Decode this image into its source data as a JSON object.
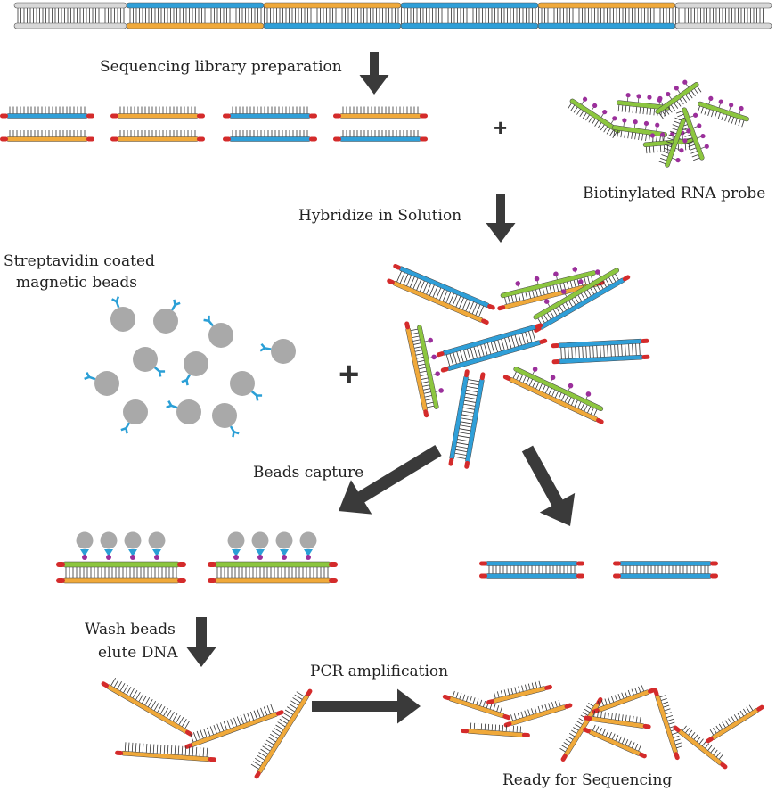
{
  "labels": {
    "library_prep": "Sequencing library preparation",
    "probe": "Biotinylated RNA probe",
    "hybridize": "Hybridize in Solution",
    "beads_line1": "Streptavidin coated",
    "beads_line2": "magnetic beads",
    "capture": "Beads capture",
    "wash_line1": "Wash beads",
    "wash_line2": "elute DNA",
    "pcr": "PCR amplification",
    "ready": "Ready for Sequencing"
  },
  "operators": {
    "plus": "+"
  },
  "colors": {
    "blue": "#2f9fd8",
    "orange": "#f0a93a",
    "green": "#8cc63f",
    "red_cap": "#d42b2b",
    "gray_strand": "#d8d8d8",
    "bead": "#a9a9a9",
    "streptavidin": "#2a9fd6",
    "biotin": "#9b2f9b",
    "arrow": "#3a3a3a"
  }
}
